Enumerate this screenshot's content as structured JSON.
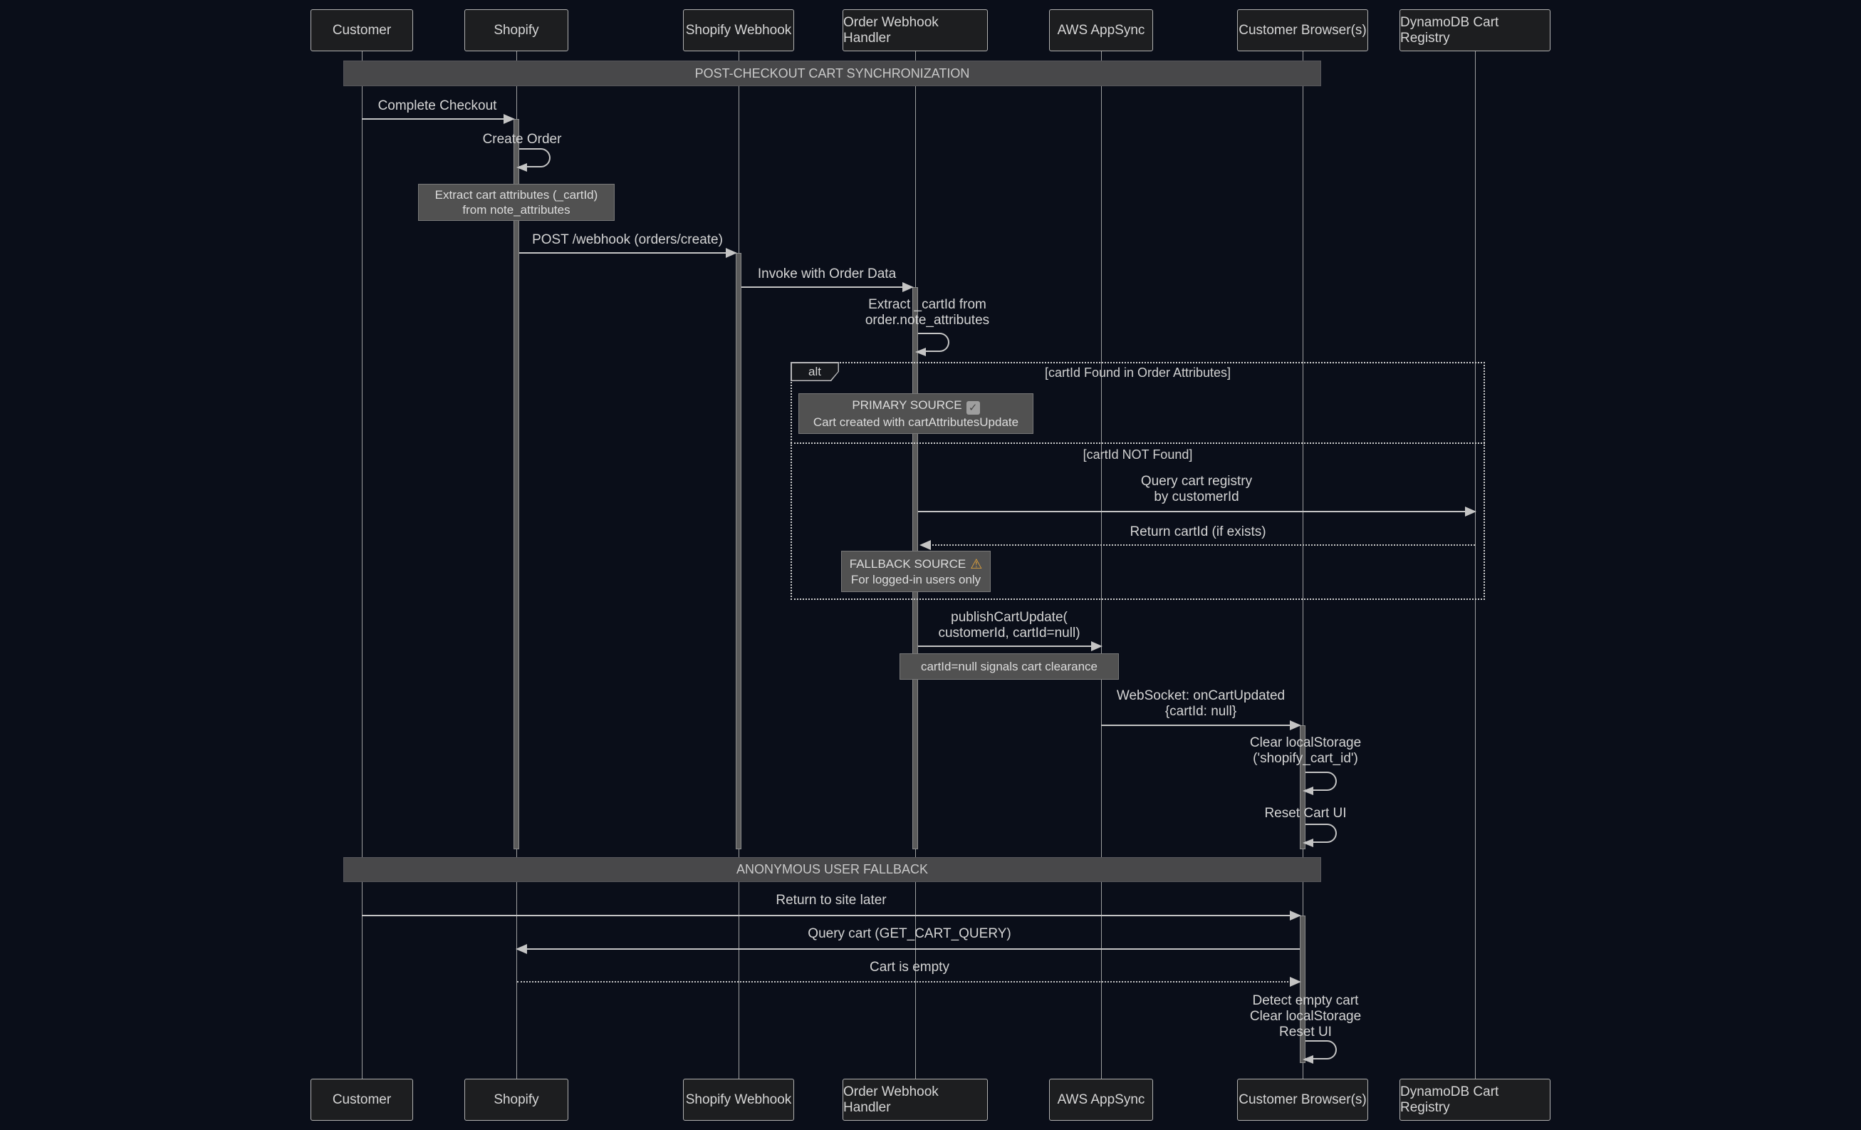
{
  "participants": [
    {
      "label": "Customer"
    },
    {
      "label": "Shopify"
    },
    {
      "label": "Shopify Webhook"
    },
    {
      "label": "Order Webhook Handler"
    },
    {
      "label": "AWS AppSync"
    },
    {
      "label": "Customer Browser(s)"
    },
    {
      "label": "DynamoDB Cart Registry"
    }
  ],
  "banners": [
    {
      "label": "POST-CHECKOUT CART SYNCHRONIZATION"
    },
    {
      "label": "ANONYMOUS USER FALLBACK"
    }
  ],
  "alt": {
    "label": "alt",
    "guard_found": "[cartId Found in Order Attributes]",
    "guard_not_found": "[cartId NOT Found]"
  },
  "messages": {
    "complete_checkout": {
      "text": "Complete Checkout"
    },
    "create_order": {
      "text": "Create Order"
    },
    "post_webhook": {
      "text": "POST /webhook (orders/create)"
    },
    "invoke_order_data": {
      "text": "Invoke with Order Data"
    },
    "extract_cartid": {
      "lines": [
        "Extract _cartId from",
        "order.note_attributes"
      ]
    },
    "query_registry": {
      "lines": [
        "Query cart registry",
        "by customerId"
      ]
    },
    "return_cartid": {
      "text": "Return cartId (if exists)"
    },
    "publish_cart_update": {
      "lines": [
        "publishCartUpdate(",
        "customerId, cartId=null)"
      ]
    },
    "websocket_oncartupdated": {
      "lines": [
        "WebSocket: onCartUpdated",
        "{cartId: null}"
      ]
    },
    "clear_localstorage": {
      "lines": [
        "Clear localStorage",
        "('shopify_cart_id')"
      ]
    },
    "reset_cart_ui": {
      "text": "Reset Cart UI"
    },
    "return_to_site": {
      "text": "Return to site later"
    },
    "query_cart": {
      "text": "Query cart (GET_CART_QUERY)"
    },
    "cart_is_empty": {
      "text": "Cart is empty"
    },
    "detect_empty": {
      "lines": [
        "Detect empty cart",
        "Clear localStorage",
        "Reset UI"
      ]
    }
  },
  "notes": {
    "extract_attributes": {
      "lines": [
        "Extract cart attributes (_cartId)",
        "from note_attributes"
      ]
    },
    "primary_source": {
      "title": "PRIMARY SOURCE",
      "icon": "✓",
      "line2": "Cart created with cartAttributesUpdate"
    },
    "fallback_source": {
      "title": "FALLBACK SOURCE",
      "icon": "⚠",
      "line2": "For logged-in users only"
    },
    "cartid_null": {
      "text": "cartId=null signals cart clearance"
    }
  },
  "colors": {
    "background": "#0a0e19",
    "participant_fill": "#1d1e20",
    "participant_border": "#b0b0b0",
    "banner_fill": "#48484a",
    "note_fill": "#515151",
    "line": "#c4c4c4",
    "text": "#d4d4d4",
    "warning": "#e2a33c"
  }
}
